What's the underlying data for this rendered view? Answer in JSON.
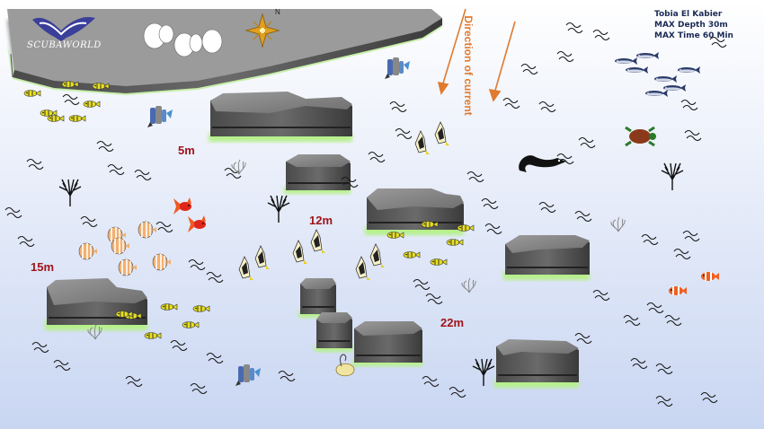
{
  "logo": {
    "text": "SCUBAWORLD",
    "color": "#3a3f9a"
  },
  "site": {
    "name": "Tobia El Kabier",
    "max_depth": "MAX Depth 30m",
    "max_time": "MAX Time 60 Min"
  },
  "current": {
    "label": "Direction of current",
    "color": "#e07a2e"
  },
  "compass": {
    "north_label": "N"
  },
  "depths": [
    {
      "label": "5m"
    },
    {
      "label": "12m"
    },
    {
      "label": "15m"
    },
    {
      "label": "22m"
    }
  ],
  "colors": {
    "sea_top": "#ffffff",
    "sea_bottom": "#c9d6f2",
    "rock": "#7a7a7a",
    "rock_glow": "#b6f08a",
    "depth_text": "#a0131a",
    "wave": "#1a1a1a"
  },
  "icons": [
    "whale-tail-logo-icon",
    "compass-rose-icon",
    "fish-icon",
    "butterflyfish-icon",
    "goldfish-icon",
    "moray-eel-icon",
    "turtle-icon",
    "clownfish-icon",
    "tuna-icon",
    "coral-icon",
    "seafan-icon",
    "stingray-icon",
    "diver-icon"
  ]
}
